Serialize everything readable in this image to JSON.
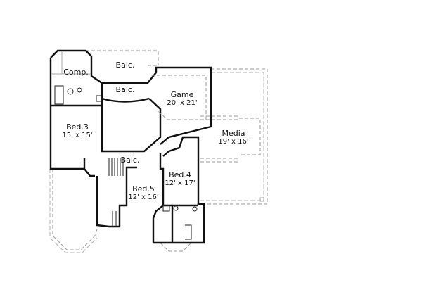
{
  "floor_plan": {
    "rooms": [
      {
        "name": "Comp.",
        "dims": ""
      },
      {
        "name": "Balc.",
        "dims": ""
      },
      {
        "name": "Balc.",
        "dims": ""
      },
      {
        "name": "Game",
        "dims": "20' x 21'"
      },
      {
        "name": "Bed.3",
        "dims": "15' x 15'"
      },
      {
        "name": "Media",
        "dims": "19' x 16'"
      },
      {
        "name": "Balc.",
        "dims": ""
      },
      {
        "name": "Bed.4",
        "dims": "12' x 17'"
      },
      {
        "name": "Bed.5",
        "dims": "12' x 16'"
      }
    ]
  }
}
